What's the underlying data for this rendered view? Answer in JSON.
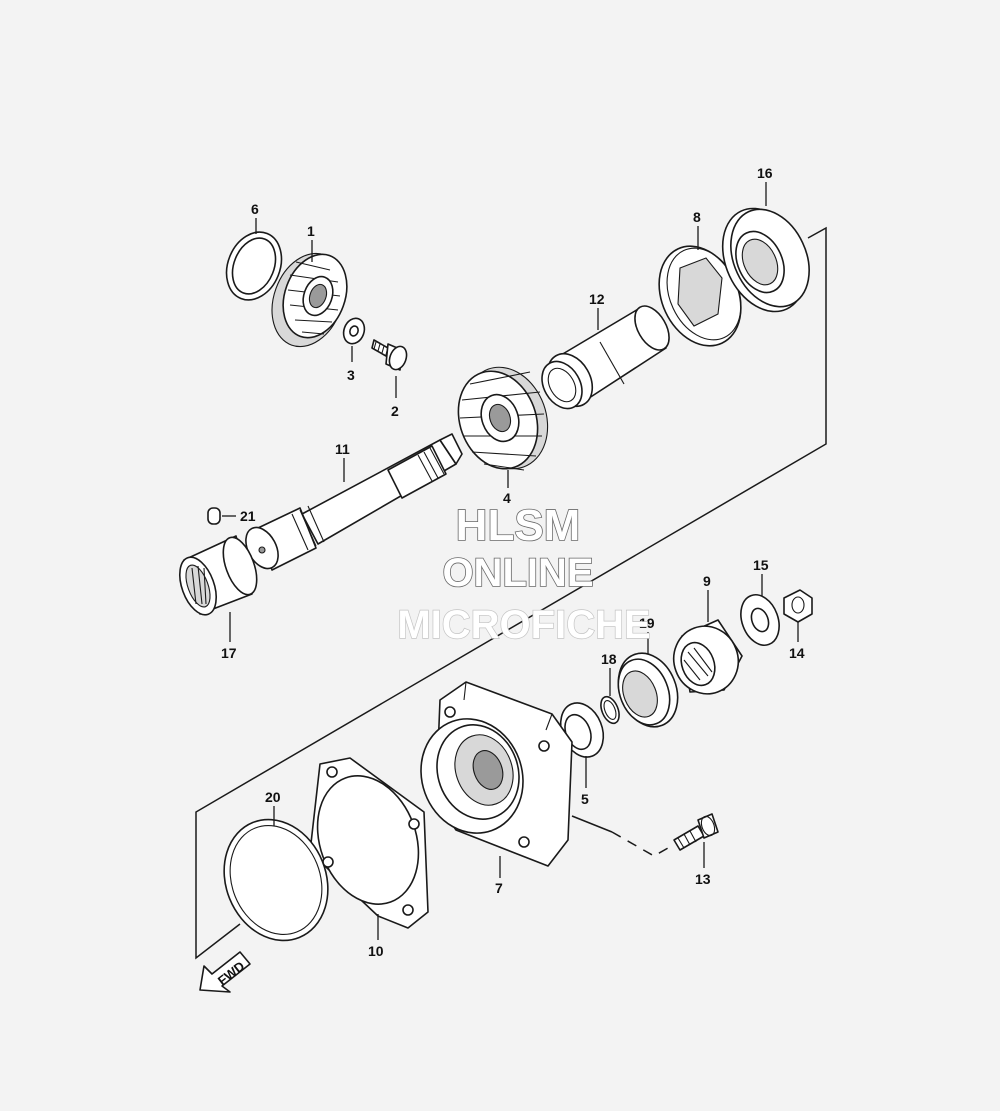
{
  "watermark": {
    "line1": "HLSM",
    "line2": "ONLINE",
    "line3": "MICROFICHE"
  },
  "fwd_arrow_label": "FWD",
  "callouts": {
    "p1": "1",
    "p2": "2",
    "p3": "3",
    "p4": "4",
    "p5": "5",
    "p6": "6",
    "p7": "7",
    "p8": "8",
    "p9": "9",
    "p10": "10",
    "p11": "11",
    "p12": "12",
    "p13": "13",
    "p14": "14",
    "p15": "15",
    "p16": "16",
    "p17": "17",
    "p18": "18",
    "p19": "19",
    "p20": "20",
    "p21": "21"
  }
}
